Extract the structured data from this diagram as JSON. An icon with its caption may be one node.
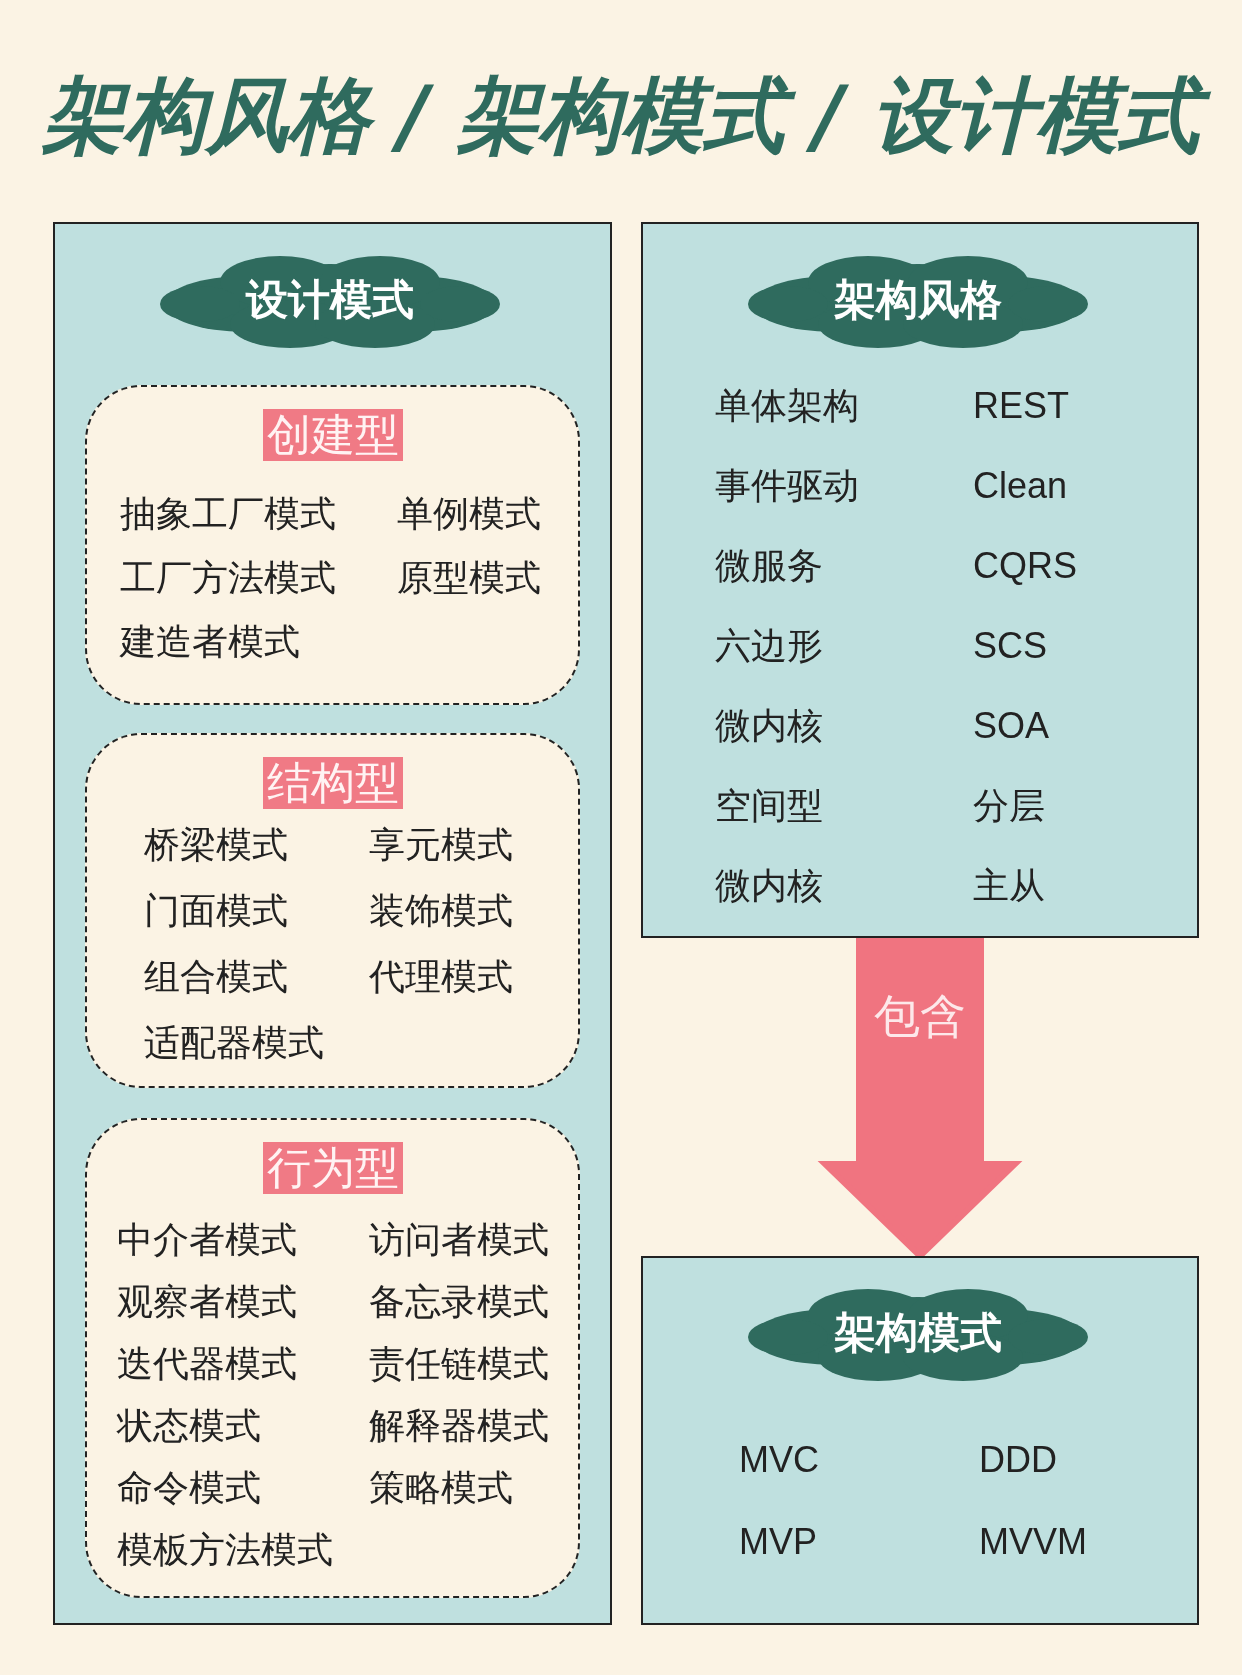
{
  "diagram": {
    "title": "架构风格 / 架构模式 / 设计模式",
    "nodes": [
      {
        "text": [],
        "shape": "box"
      },
      {
        "text": [
          "设计模式"
        ],
        "in": 0
      },
      {
        "text": [
          "创建型",
          "抽象工厂模式",
          "单例模式",
          "工厂方法模式",
          "原型模式",
          "建造者模式"
        ],
        "in": 0
      },
      {
        "text": [
          "结构型",
          "桥梁模式",
          "享元模式",
          "门面模式",
          "装饰模式",
          "组合模式",
          "代理模式",
          "适配器模式"
        ],
        "in": 0
      },
      {
        "text": [
          "行为型",
          "中介者模式",
          "访问者模式",
          "观察者模式",
          "备忘录模式",
          "迭代器模式",
          "责任链模式",
          "状态模式",
          "解释器模式",
          "命令模式",
          "策略模式",
          "模板方法模式"
        ],
        "in": 0
      },
      {
        "text": [
          "单体架构",
          "REST",
          "事件驱动",
          "Clean",
          "微服务",
          "CQRS",
          "六边形",
          "SCS",
          "微内核",
          "SOA",
          "空间型",
          "分层",
          "微内核",
          "主从"
        ]
      },
      {
        "text": [
          "架构风格"
        ],
        "in": 5
      },
      {
        "text": [
          "MVC",
          "DDD",
          "MVP",
          "MVVM"
        ]
      },
      {
        "text": [
          "架构模式"
        ],
        "in": 7
      }
    ],
    "edges": [
      {
        "from": 5,
        "to": 7,
        "arrow": "to",
        "label": "包含",
        "style": "thick",
        "color": "#f07480"
      }
    ]
  }
}
